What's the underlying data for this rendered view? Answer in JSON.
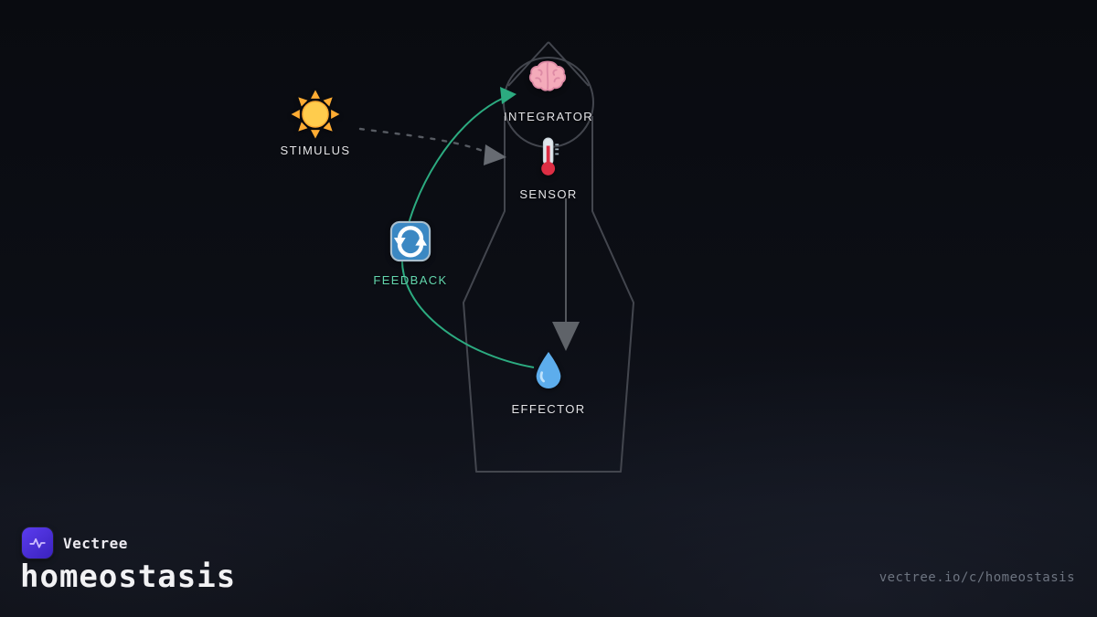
{
  "diagram": {
    "silhouette": "human-body-outline",
    "nodes": [
      {
        "id": "stimulus",
        "label": "STIMULUS",
        "icon": "sun-icon"
      },
      {
        "id": "integrator",
        "label": "INTEGRATOR",
        "icon": "brain-icon"
      },
      {
        "id": "sensor",
        "label": "SENSOR",
        "icon": "thermometer-icon"
      },
      {
        "id": "feedback",
        "label": "FEEDBACK",
        "icon": "counterclockwise-arrows-icon",
        "label_color": "#63d6ad"
      },
      {
        "id": "effector",
        "label": "EFFECTOR",
        "icon": "droplet-icon"
      }
    ],
    "edges": [
      {
        "from": "stimulus",
        "to": "sensor",
        "style": "dashed",
        "color": "#575b62"
      },
      {
        "from": "sensor",
        "to": "effector",
        "style": "solid",
        "color": "#575b62"
      },
      {
        "from": "effector",
        "to": "integrator",
        "via": "feedback",
        "style": "curved",
        "color": "#2cab80"
      }
    ]
  },
  "footer": {
    "brand": "Vectree",
    "logo_icon": "waveform-icon",
    "title": "homeostasis",
    "url": "vectree.io/c/homeostasis"
  },
  "colors": {
    "background": "#0d0f16",
    "accent_teal": "#2cab80",
    "feedback_label": "#63d6ad",
    "arrow_gray": "#575b62",
    "silhouette_gray": "#43464e",
    "logo_purple": "#4b2fd4",
    "feedback_icon_blue": "#3b88c3"
  }
}
